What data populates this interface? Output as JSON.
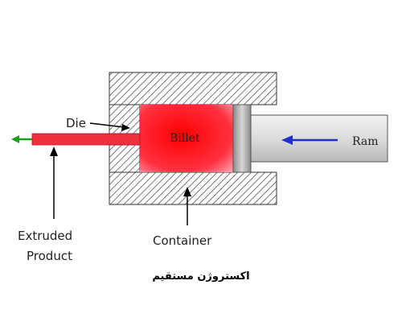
{
  "labels": {
    "die": "Die",
    "billet": "Billet",
    "ram": "Ram",
    "extruded_product_line1": "Extruded",
    "extruded_product_line2": "Product",
    "container": "Container"
  },
  "caption": "اکستروژن مستقیم",
  "colors": {
    "billet": "#ff2a3a",
    "product": "#f02a3a",
    "ram_arrow": "#1f2fd0",
    "exit_arrow": "#1aa01a",
    "hatch": "#555555"
  }
}
